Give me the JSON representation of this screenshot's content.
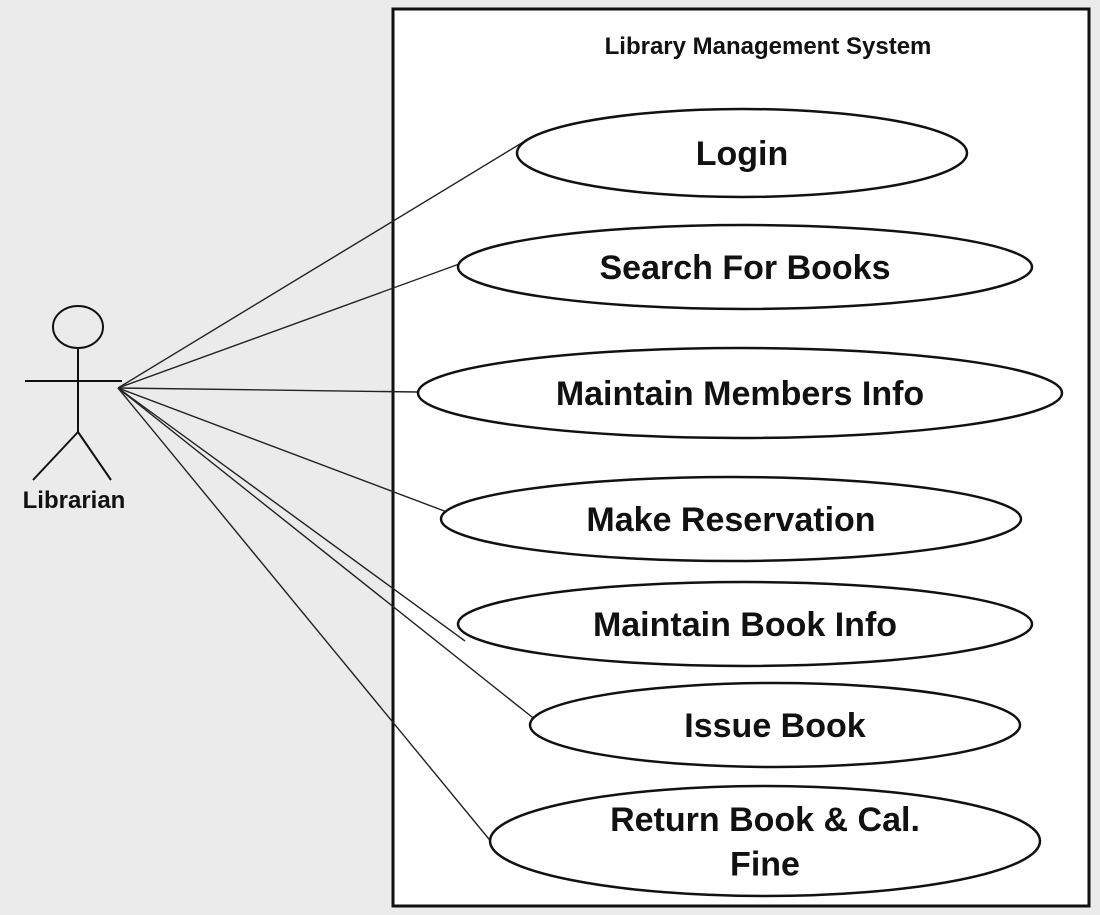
{
  "system": {
    "title": "Library Management System"
  },
  "actor": {
    "name": "Librarian"
  },
  "use_cases": [
    {
      "lines": [
        "Login"
      ]
    },
    {
      "lines": [
        "Search For Books"
      ]
    },
    {
      "lines": [
        "Maintain Members Info"
      ]
    },
    {
      "lines": [
        "Make Reservation"
      ]
    },
    {
      "lines": [
        "Maintain Book Info"
      ]
    },
    {
      "lines": [
        "Issue Book"
      ]
    },
    {
      "lines": [
        "Return Book & Cal.",
        "Fine"
      ]
    }
  ],
  "colors": {
    "ink": "#111111",
    "background": "#ebebeb",
    "shape_fill": "#ffffff"
  }
}
